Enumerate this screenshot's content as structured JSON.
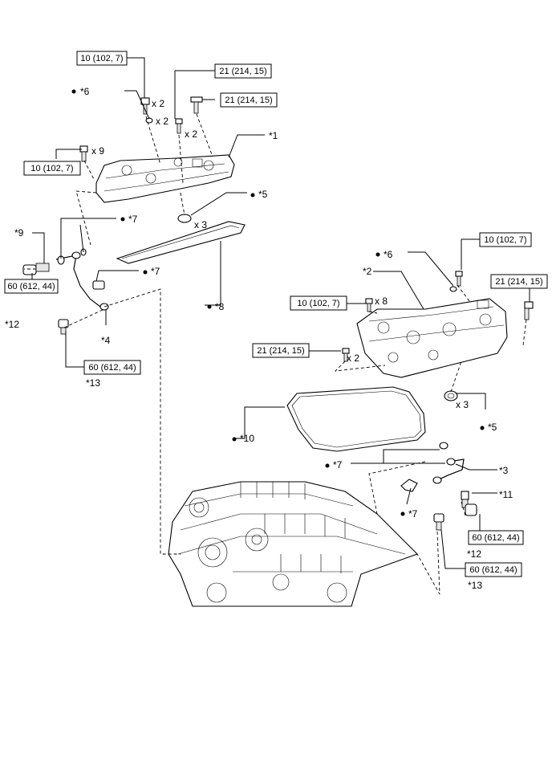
{
  "torque_labels": {
    "t1": "10 (102, 7)",
    "t2": "21 (214, 15)",
    "t3": "21 (214, 15)",
    "t4": "10 (102, 7)",
    "t5": "60 (612, 44)",
    "t6": "60 (612, 44)",
    "t7": "10 (102, 7)",
    "t8": "21 (214, 15)",
    "t9": "10 (102, 7)",
    "t10": "21 (214, 15)",
    "t11": "60 (612, 44)",
    "t12": "60 (612, 44)"
  },
  "quantities": {
    "q1": "x 2",
    "q2": "x 2",
    "q3": "x 2",
    "q4": "x 9",
    "q5": "x 3",
    "q6": "x 8",
    "q7": "x 2",
    "q8": "x 3"
  },
  "callouts": {
    "c1": "*1",
    "c2": "*2",
    "c3": "*3",
    "c4": "*4",
    "c5a": "*5",
    "c5b": "*5",
    "c6a": "*6",
    "c6b": "*6",
    "c7a": "*7",
    "c7b": "*7",
    "c7c": "*7",
    "c7d": "*7",
    "c8": "*8",
    "c9": "*9",
    "c10": "*10",
    "c11": "*11",
    "c12a": "*12",
    "c12b": "*12",
    "c13a": "*13",
    "c13b": "*13"
  }
}
